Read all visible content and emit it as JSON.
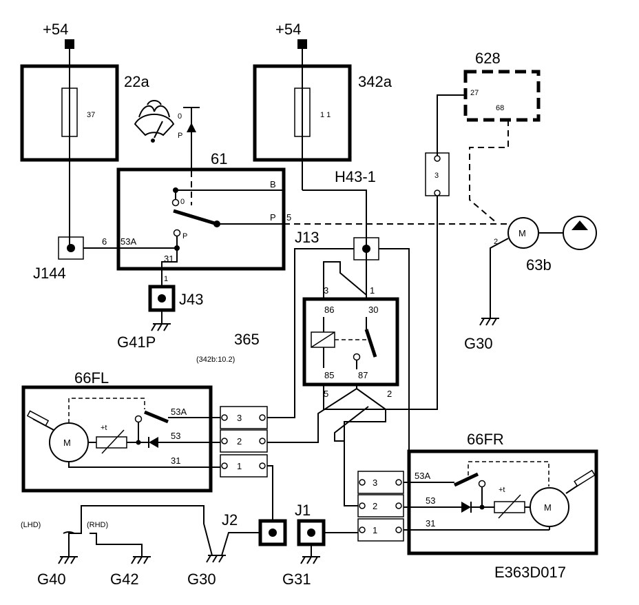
{
  "supply": {
    "left": "+54",
    "right": "+54"
  },
  "components": {
    "fuse_22a": {
      "id": "22a",
      "fuse": "37"
    },
    "fuse_342a": {
      "id": "342a",
      "fuse": "1 1"
    },
    "relay_628": {
      "id": "628",
      "pin_27": "27",
      "pin_68": "68"
    },
    "switch_61": {
      "id": "61",
      "label_b": "B",
      "label_p": "P",
      "pin_5": "5",
      "pos_0": "0",
      "pos_p": "P",
      "pin_6": "6",
      "pin_53a": "53A",
      "pin_31": "31"
    },
    "gauge_symbol": {
      "pos_0": "0",
      "pos_p": "P"
    },
    "relay_365": {
      "id": "365",
      "ref": "(342b:10.2)",
      "pin_86": "86",
      "pin_30": "30",
      "pin_85": "85",
      "pin_87": "87",
      "w3": "3",
      "w1": "1",
      "w5": "5",
      "w2": "2"
    },
    "pump_63b": {
      "id": "63b",
      "motor": "M",
      "pin_2": "2"
    },
    "connector_3": {
      "pin": "3"
    },
    "wiper_66fl": {
      "id": "66FL",
      "motor": "M",
      "pin_53a": "53A",
      "pin_53": "53",
      "pin_31": "31",
      "thermal": "+t",
      "conn_3": "3",
      "conn_2": "2",
      "conn_1": "1"
    },
    "wiper_66fr": {
      "id": "66FR",
      "motor": "M",
      "pin_53a": "53A",
      "pin_53": "53",
      "pin_31": "31",
      "thermal": "+t",
      "conn_3": "3",
      "conn_2": "2",
      "conn_1": "1"
    }
  },
  "junctions": {
    "j144": "J144",
    "j43": "J43",
    "j13": "J13",
    "h43": "H43-1",
    "j2": "J2",
    "j1": "J1"
  },
  "j43_pin": "1",
  "grounds": {
    "g41p": "G41P",
    "g30_top": "G30",
    "g40": "G40",
    "g42": "G42",
    "g30_bottom": "G30",
    "g31": "G31"
  },
  "variants": {
    "lhd": "(LHD)",
    "rhd": "(RHD)"
  },
  "drawing_code": "E363D017"
}
